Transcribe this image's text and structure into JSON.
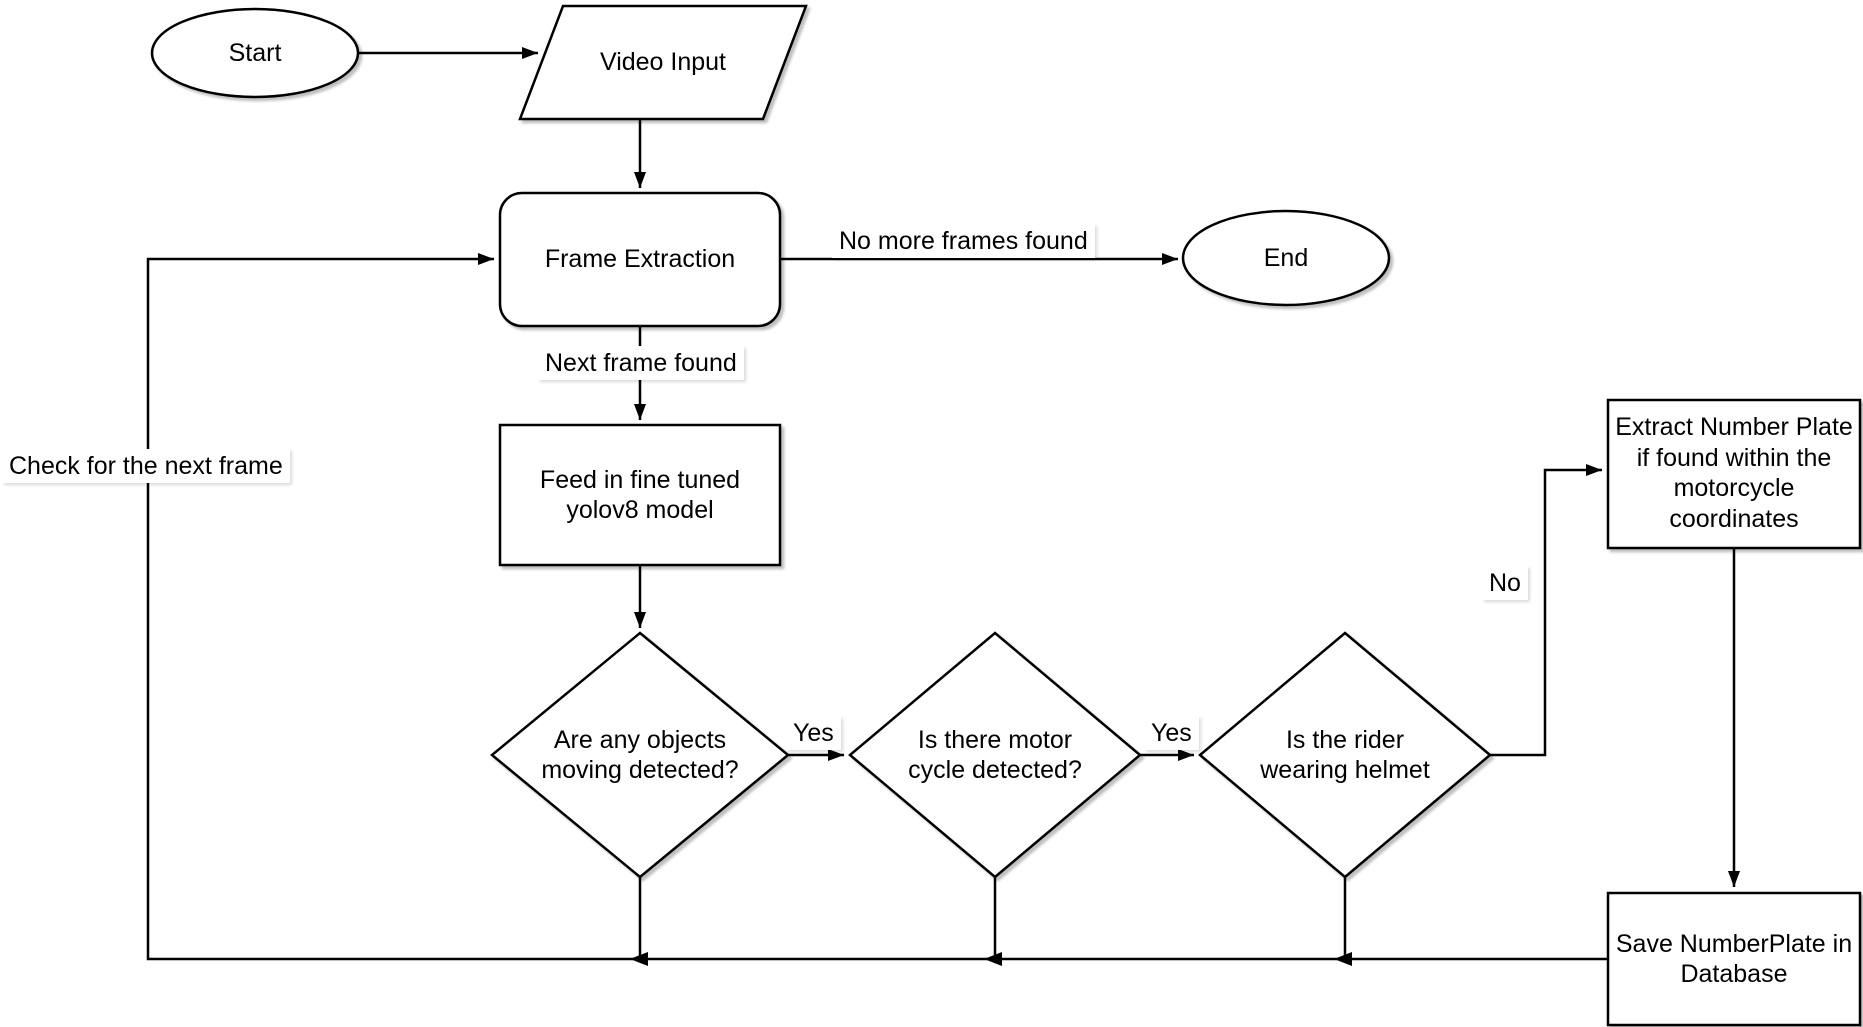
{
  "diagram": {
    "nodes": {
      "start": {
        "label": "Start"
      },
      "video_input": {
        "label": "Video Input"
      },
      "frame_extraction": {
        "label": "Frame Extraction"
      },
      "end": {
        "label": "End"
      },
      "feed_model": {
        "label": "Feed in fine tuned\nyolov8 model"
      },
      "objects_moving": {
        "label": "Are any objects\nmoving detected?"
      },
      "motorcycle_detected": {
        "label": "Is there motor\ncycle detected?"
      },
      "rider_helmet": {
        "label": "Is the rider\nwearing helmet"
      },
      "extract_plate": {
        "label": "Extract Number Plate\nif found within the\nmotorcycle\ncoordinates"
      },
      "save_plate": {
        "label": "Save NumberPlate in\nDatabase"
      }
    },
    "edge_labels": {
      "no_more_frames": "No more frames found",
      "next_frame_found": "Next frame found",
      "yes_objects": "Yes",
      "yes_motorcycle": "Yes",
      "no_helmet": "No",
      "check_next_frame": "Check for the next frame"
    },
    "colors": {
      "stroke": "#000000",
      "fill": "#ffffff",
      "background": "#ffffff"
    }
  }
}
